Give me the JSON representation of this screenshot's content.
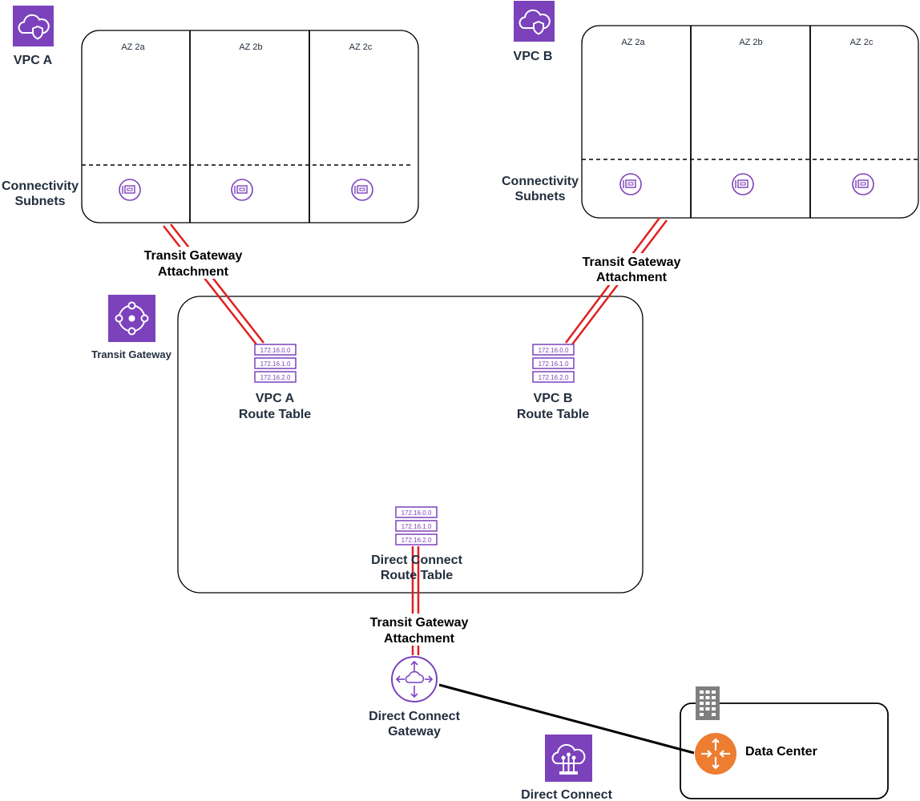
{
  "vpc_a": {
    "label": "VPC A",
    "az_labels": [
      "AZ 2a",
      "AZ 2b",
      "AZ 2c"
    ],
    "subnet_label_line1": "Connectivity",
    "subnet_label_line2": "Subnets"
  },
  "vpc_b": {
    "label": "VPC B",
    "az_labels": [
      "AZ 2a",
      "AZ 2b",
      "AZ 2c"
    ],
    "subnet_label_line1": "Connectivity",
    "subnet_label_line2": "Subnets"
  },
  "attachment_label_line1": "Transit Gateway",
  "attachment_label_line2": "Attachment",
  "transit_gateway_label": "Transit Gateway",
  "route_entries": [
    "172.16.0.0",
    "172.16.1.0",
    "172.16.2.0"
  ],
  "route_tables": {
    "vpc_a": {
      "line1": "VPC A",
      "line2": "Route Table"
    },
    "vpc_b": {
      "line1": "VPC B",
      "line2": "Route Table"
    },
    "direct_connect": {
      "line1": "Direct Connect",
      "line2": "Route Table"
    }
  },
  "dx_gateway": {
    "line1": "Direct Connect",
    "line2": "Gateway"
  },
  "direct_connect_label": "Direct Connect",
  "data_center_label": "Data Center",
  "colors": {
    "aws_purple": "#7b42bc",
    "link_red": "#e02020",
    "router_orange": "#ed7d31",
    "building_gray": "#7f7f7f"
  }
}
